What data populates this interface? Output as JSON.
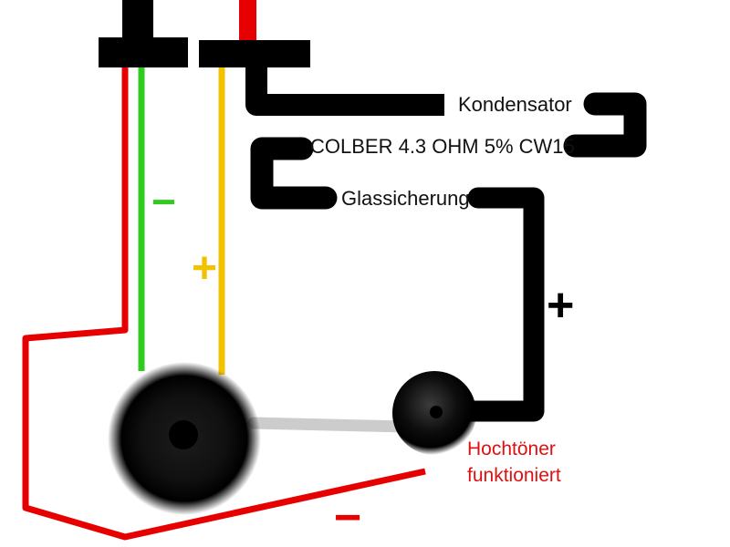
{
  "diagram": {
    "labels": {
      "kondensator": "Kondensator",
      "resistor": "COLBER 4.3 OHM 5% CW15",
      "fuse": "Glassicherung",
      "tweeter_note_line1": "Hochtöner",
      "tweeter_note_line2": "funktioniert"
    },
    "symbols": {
      "minus_green": "−",
      "plus_yellow": "+",
      "plus_black": "+",
      "minus_red": "−"
    },
    "colors": {
      "wire_black": "#000000",
      "wire_red": "#e60000",
      "wire_green": "#2fcc1f",
      "wire_yellow": "#f2c200",
      "wire_gray": "#cccccc",
      "note_red": "#dd1111",
      "label_black": "#111111"
    }
  }
}
